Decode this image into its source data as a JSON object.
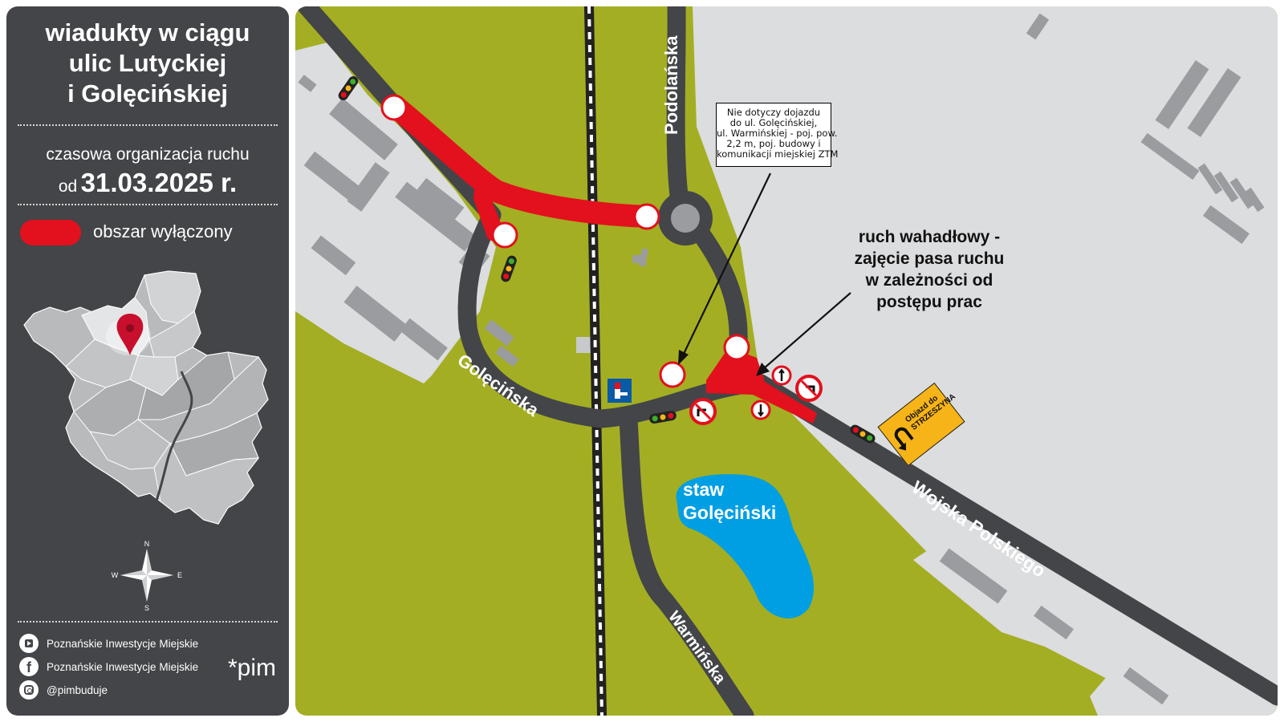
{
  "sidebar": {
    "title_lines": [
      "wiadukty w ciągu",
      "ulic Lutyckiej",
      "i Golęcińskiej"
    ],
    "subtitle": "czasowa organizacja ruchu",
    "date_prefix": "od",
    "date_value": "31.03.2025 r.",
    "legend_label": "obszar wyłączony",
    "legend_color": "#e3101d",
    "compass": {
      "n": "N",
      "s": "S",
      "e": "E",
      "w": "W"
    },
    "social": [
      {
        "icon": "youtube-icon",
        "label": "Poznańskie Inwestycje Miejskie"
      },
      {
        "icon": "facebook-icon",
        "label": "Poznańskie Inwestycje Miejskie"
      },
      {
        "icon": "instagram-icon",
        "label": "@pimbuduje"
      }
    ],
    "logo_text": "*pim"
  },
  "map": {
    "streets": {
      "podolanska": "Podolańska",
      "golecinska": "Golęcińska",
      "wojska_polskiego": "Wojska Polskiego",
      "warminska": "Warmińska"
    },
    "pond_lines": [
      "staw",
      "Golęciński"
    ],
    "note_lines": [
      "Nie dotyczy dojazdu",
      "do ul. Golęcińskiej,",
      "ul. Warmińskiej - poj. pow.",
      "2,2 m, poj. budowy i",
      "komunikacji miejskiej ZTM"
    ],
    "annotation_lines": [
      "ruch wahadłowy -",
      "zajęcie pasa ruchu",
      "w zależności od",
      "postępu prac"
    ],
    "detour_lines": [
      "Objazd do",
      "STRZESZYNA"
    ],
    "colors": {
      "grass": "#a3ae23",
      "road": "#434548",
      "closed": "#e3101d",
      "pond": "#009fe3",
      "built_area": "#dcdddf",
      "building": "#9a9c9f"
    }
  }
}
